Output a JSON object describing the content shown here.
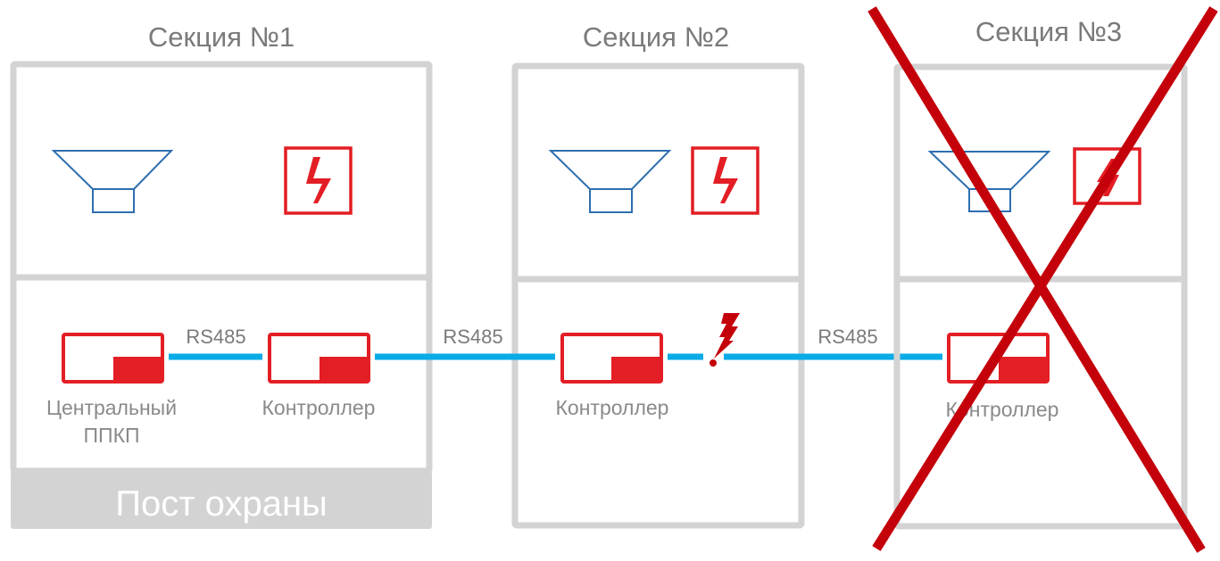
{
  "diagram": {
    "sections": [
      {
        "id": 1,
        "title": "Секция №1",
        "status": "active"
      },
      {
        "id": 2,
        "title": "Секция №2",
        "status": "active"
      },
      {
        "id": 3,
        "title": "Секция №3",
        "status": "disabled"
      }
    ],
    "guard_post_label": "Пост охраны",
    "devices": {
      "central_panel_label_line1": "Центральный",
      "central_panel_label_line2": "ППКП",
      "controller_label": "Контроллер"
    },
    "bus_label": "RS485",
    "bus_links": [
      {
        "from": "central-panel",
        "to": "controller-1",
        "label": "RS485",
        "status": "ok"
      },
      {
        "from": "controller-1",
        "to": "controller-2",
        "label": "RS485",
        "status": "ok"
      },
      {
        "from": "controller-2",
        "to": "controller-3",
        "label": "RS485",
        "status": "fault"
      }
    ],
    "icons": {
      "speaker": "speaker-icon",
      "alarm": "lightning-alarm-icon",
      "fault": "line-break-fault-icon",
      "disabled": "red-cross-icon"
    },
    "colors": {
      "frame": "#d3d3d3",
      "device_red": "#e31e24",
      "bus_blue": "#0aabe6",
      "speaker_blue": "#2e6eb0",
      "cross_red": "#c4000a",
      "text_gray": "#7a7a7a"
    }
  }
}
